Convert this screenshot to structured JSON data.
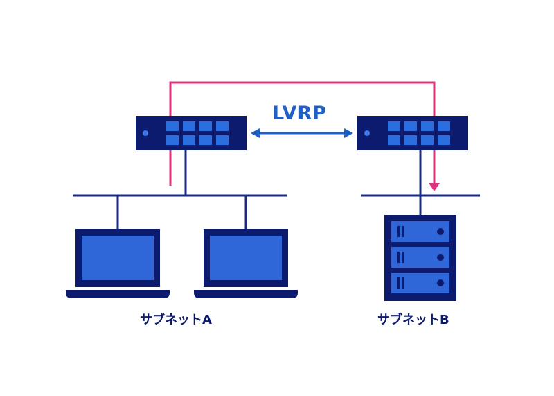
{
  "diagram": {
    "protocol_label": "LVRP",
    "subnet_a_label": "サブネットA",
    "subnet_b_label": "サブネットB"
  },
  "colors": {
    "navy": "#0d1b6e",
    "device_blue": "#1f5fc8",
    "screen_blue": "#2f67d8",
    "port_blue": "#2a6ee0",
    "magenta_path": "#e0337f",
    "arrow_blue": "#1f5fc8"
  },
  "icons": [
    "switch-icon",
    "laptop-icon",
    "server-icon",
    "double-arrow-icon"
  ]
}
